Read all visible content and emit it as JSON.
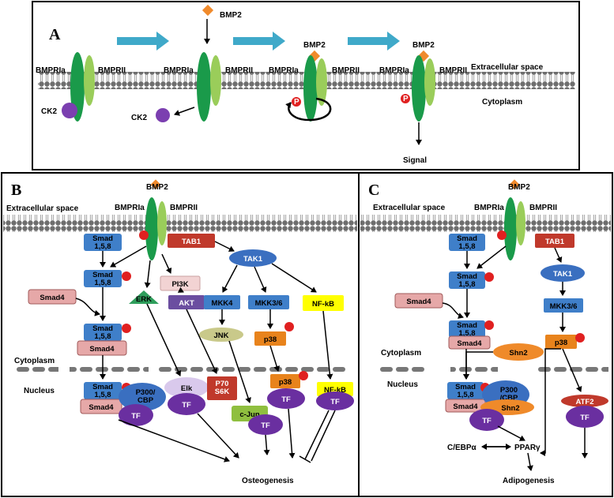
{
  "panel_a": {
    "letter": "A",
    "ligand": "BMP2",
    "receptor_1": "BMPRIa",
    "receptor_2": "BMPRII",
    "ck2": "CK2",
    "extracellular": "Extracellular space",
    "cytoplasm": "Cytoplasm",
    "signal": "Signal",
    "phospho": "P"
  },
  "panel_b": {
    "letter": "B",
    "ligand": "BMP2",
    "receptor_1": "BMPRIa",
    "receptor_2": "BMPRII",
    "extracellular": "Extracellular space",
    "cytoplasm": "Cytoplasm",
    "nucleus": "Nucleus",
    "smad158": "Smad\n1,5,8",
    "smad4": "Smad4",
    "tab1": "TAB1",
    "tak1": "TAK1",
    "pi3k": "PI3K",
    "erk": "ERK",
    "akt": "AKT",
    "mkk4": "MKK4",
    "mkk36": "MKK3/6",
    "nfkb": "NF-kB",
    "jnk": "JNK",
    "p38": "p38",
    "p300": "P300/\nCBP",
    "elk": "Elk",
    "p70": "P70\nS6K",
    "cjun": "c-Jun",
    "tf": "TF",
    "outcome": "Osteogenesis",
    "phospho": "P"
  },
  "panel_c": {
    "letter": "C",
    "ligand": "BMP2",
    "receptor_1": "BMPRIa",
    "receptor_2": "BMPRII",
    "extracellular": "Extracellular space",
    "cytoplasm": "Cytoplasm",
    "nucleus": "Nucleus",
    "smad158": "Smad\n1,5,8",
    "smad4": "Smad4",
    "tab1": "TAB1",
    "tak1": "TAK1",
    "mkk36": "MKK3/6",
    "p38": "p38",
    "shn2": "Shn2",
    "p300": "P300\n/CBP",
    "atf2": "ATF2",
    "tf": "TF",
    "cebpa": "C/EBPα",
    "ppar": "PPARγ",
    "outcome": "Adipogenesis",
    "phospho": "P"
  },
  "colors": {
    "smad_blue": "#3f7fc9",
    "smad4_pink": "#e6a8a8",
    "tab1_red": "#c0392b",
    "tak1_blue": "#3a6fc0",
    "pi3k_pink": "#f2d3d3",
    "erk_green": "#2e9e5b",
    "akt_purple": "#6b4ea0",
    "nfkb_yellow": "#ffff00",
    "jnk_olive": "#c9c98a",
    "p38_orange": "#e8831c",
    "tf_purple": "#6a2fa0",
    "elk_lavender": "#d9c9ec",
    "cjun_green": "#8fbf3f",
    "shn2_orange": "#ef8a2a",
    "atf2_red": "#c0392b",
    "receptor_dark": "#1a9a4a",
    "receptor_light": "#9acd5a",
    "membrane": "#666666",
    "arrow_cyan": "#3fa9c9",
    "bmp2_orange": "#f08a2c",
    "phospho_red": "#e02020"
  }
}
